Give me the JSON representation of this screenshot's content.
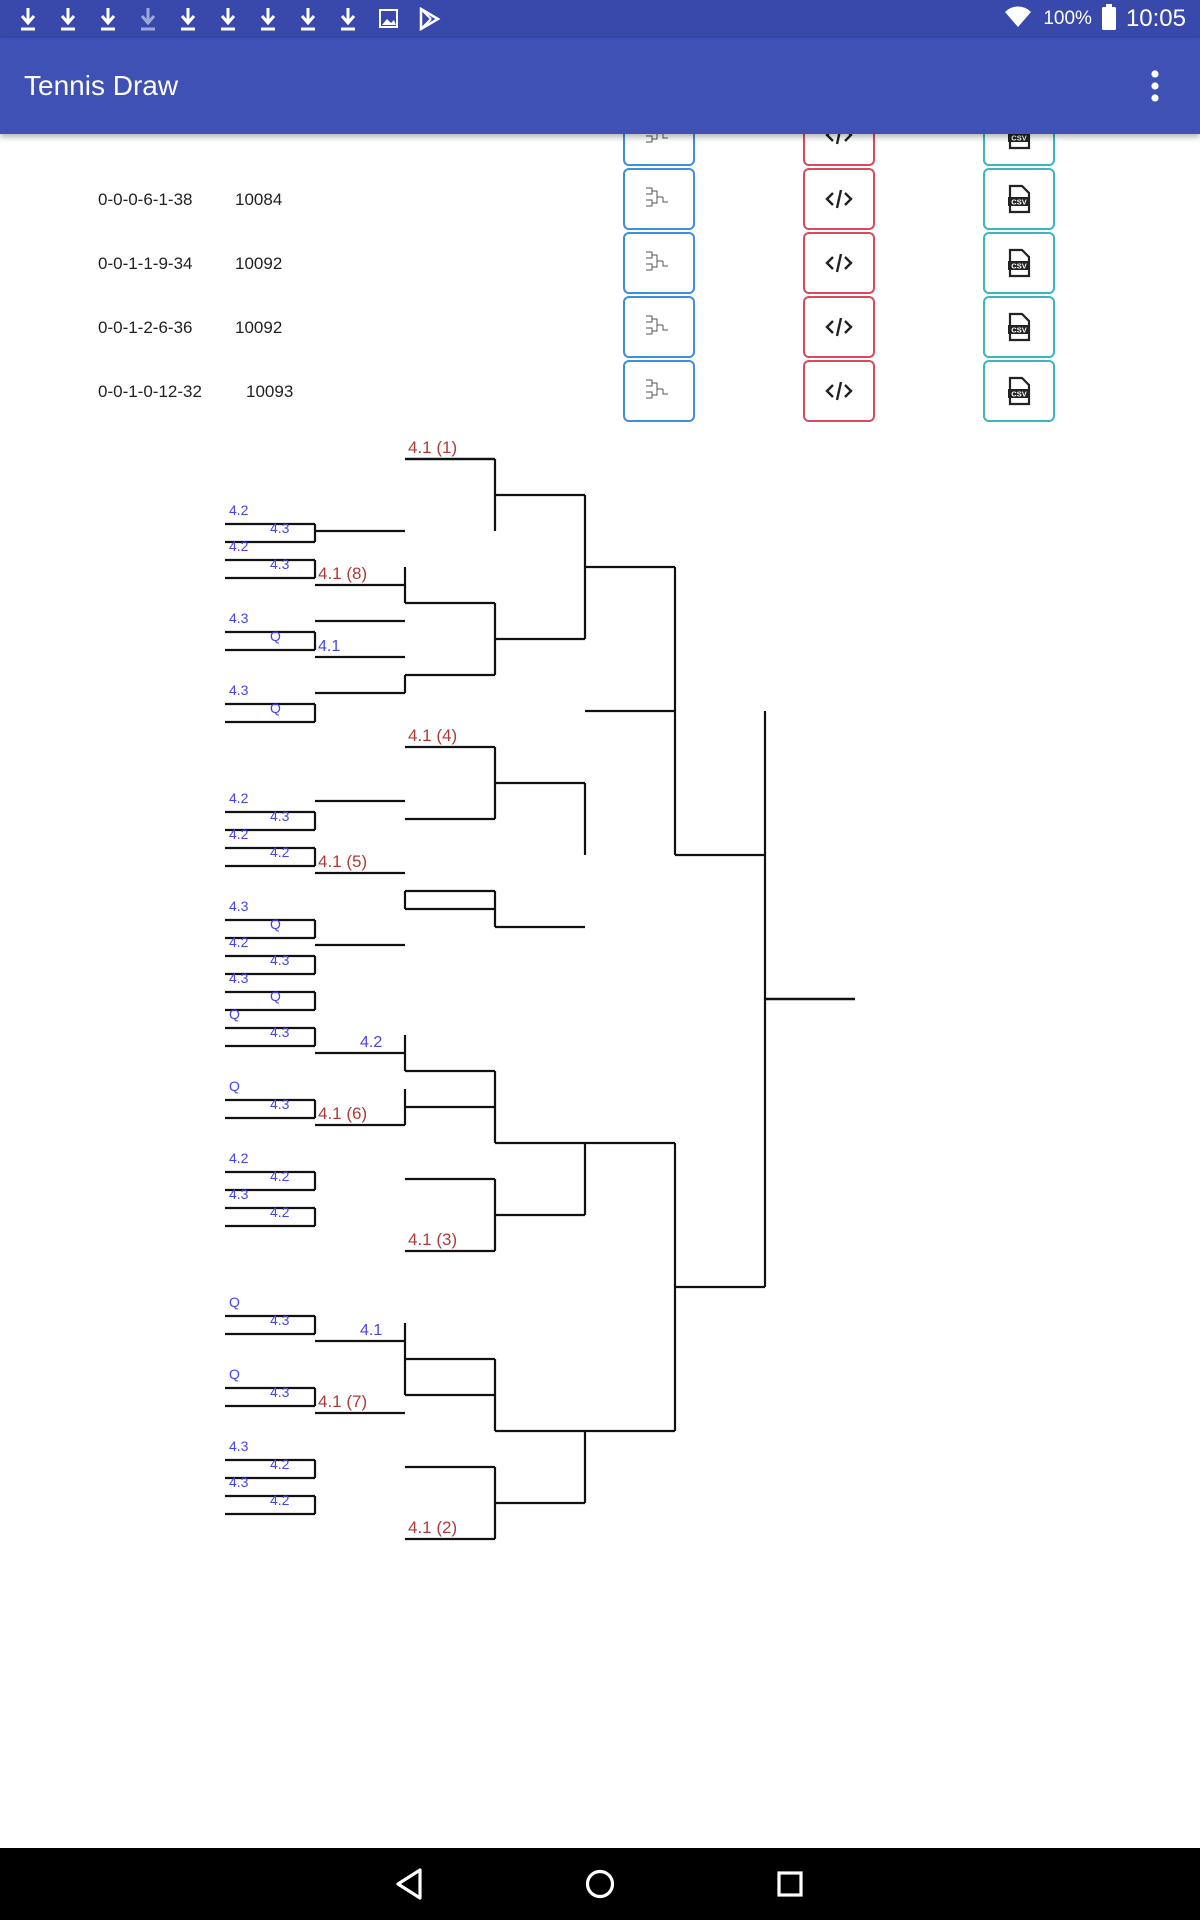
{
  "status_bar": {
    "notification_icons": [
      "download-icon",
      "download-icon",
      "download-icon",
      "download-icon",
      "download-icon",
      "download-icon",
      "download-icon",
      "download-icon",
      "download-icon",
      "image-icon",
      "play-store-icon"
    ],
    "battery_percent": "100%",
    "time": "10:05"
  },
  "app_bar": {
    "title": "Tennis Draw",
    "menu_icon": "more-vert-icon"
  },
  "draws": [
    {
      "code": "0-0-0-6-1-38",
      "number": "10084"
    },
    {
      "code": "0-0-1-1-9-34",
      "number": "10092"
    },
    {
      "code": "0-0-1-2-6-36",
      "number": "10092"
    },
    {
      "code": "0-0-1-0-12-32",
      "number": "10093"
    }
  ],
  "row_buttons": {
    "draw_icon": "bracket-icon",
    "html_icon": "code-icon",
    "csv_icon": "csv-file-icon"
  },
  "colors": {
    "status_bar": "#3949ab",
    "app_bar": "#3f51b5",
    "draw_button": "#3d8fe0",
    "html_button": "#d94a5e",
    "csv_button": "#3bb6c0",
    "seed_label": "#b03a3a",
    "player_label": "#4444ee"
  },
  "bracket": {
    "seeds": [
      "4.1 (1)",
      "4.1 (8)",
      "4.1 (4)",
      "4.1 (5)",
      "4.1 (6)",
      "4.1 (3)",
      "4.1 (7)",
      "4.1 (2)"
    ],
    "r2_labels": [
      "4.1",
      "4.2",
      "4.1"
    ],
    "r1_labels": [
      [
        "4.2",
        "4.3"
      ],
      [
        "4.2",
        "4.3"
      ],
      [
        "4.3",
        "Q"
      ],
      [
        "4.3",
        "Q"
      ],
      [
        "4.2",
        "4.3"
      ],
      [
        "4.2",
        "4.2"
      ],
      [
        "4.3",
        "Q"
      ],
      [
        "4.2",
        "4.3"
      ],
      [
        "4.3",
        "Q"
      ],
      [
        "Q",
        "4.3"
      ],
      [
        "Q",
        "4.3"
      ],
      [
        "4.2",
        "4.2"
      ],
      [
        "4.3",
        "4.2"
      ],
      [
        "Q",
        "4.3"
      ],
      [
        "Q",
        "4.3"
      ],
      [
        "4.3",
        "4.2"
      ],
      [
        "4.3",
        "4.2"
      ]
    ]
  },
  "nav_bar": {
    "back_icon": "back-triangle-icon",
    "home_icon": "home-circle-icon",
    "recents_icon": "recents-square-icon"
  }
}
